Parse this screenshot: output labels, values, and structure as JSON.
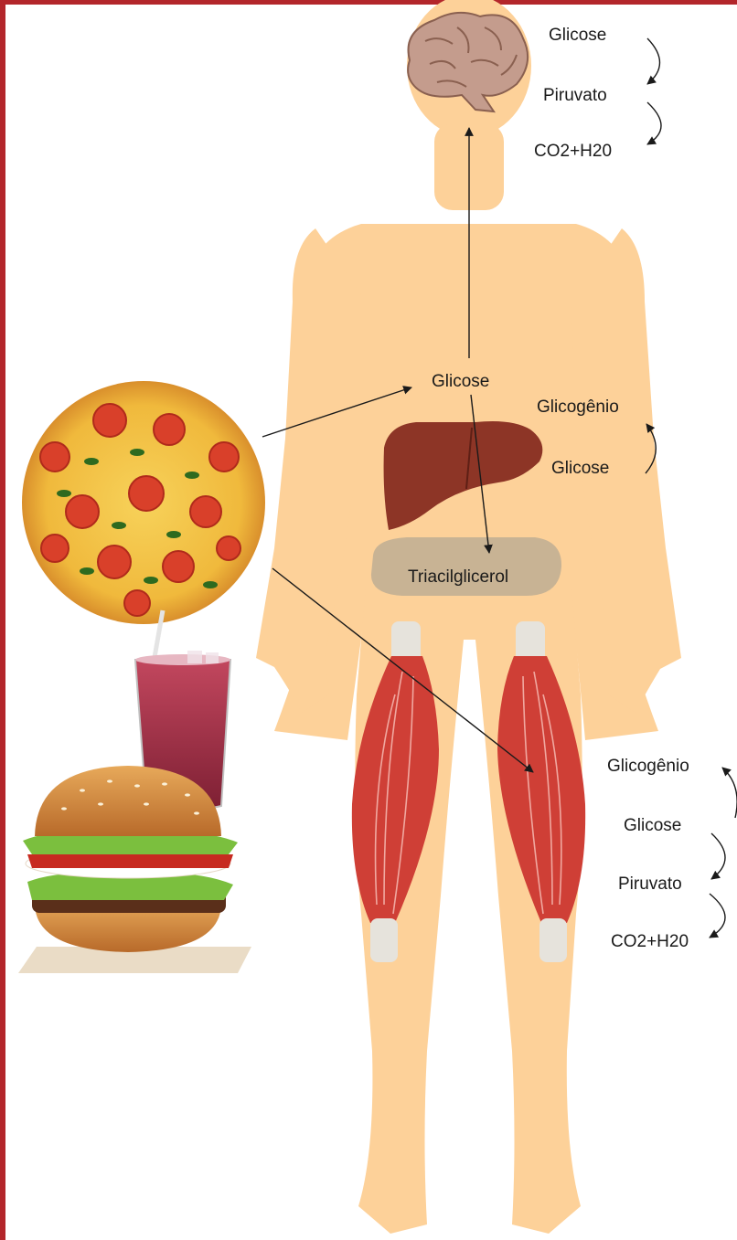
{
  "colors": {
    "frame": "#b3262b",
    "body": "#fdd199",
    "fat": "#c8b394",
    "liver": "#8d3526",
    "muscle": "#cf3f36",
    "tendon": "#e6e3dc",
    "arrow": "#1a1a1a"
  },
  "brain": {
    "labels": {
      "glucose": "Glicose",
      "pyruvate": "Piruvato",
      "co2": "CO2+H20"
    }
  },
  "center": {
    "glucose": "Glicose"
  },
  "liver": {
    "labels": {
      "glycogen": "Glicogênio",
      "glucose": "Glicose"
    }
  },
  "fat": {
    "label": "Triacilglicerol"
  },
  "muscle": {
    "labels": {
      "glycogen": "Glicogênio",
      "glucose": "Glicose",
      "pyruvate": "Piruvato",
      "co2": "CO2+H20"
    }
  },
  "icons": {
    "brain": "brain-icon",
    "liver": "liver-icon",
    "muscles": "muscle-icon",
    "pizza": "pizza-icon",
    "drink": "soda-cup-icon",
    "burger": "hamburger-icon"
  }
}
